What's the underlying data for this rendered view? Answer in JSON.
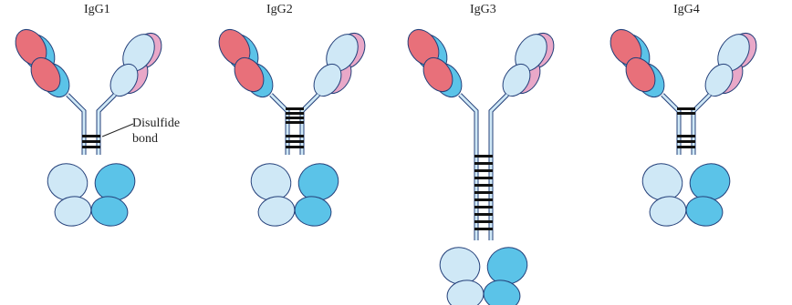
{
  "labels": {
    "igg1": "IgG1",
    "igg2": "IgG2",
    "igg3": "IgG3",
    "igg4": "IgG4"
  },
  "annotation": {
    "line1": "Disulfide",
    "line2": "bond"
  },
  "antibodies": [
    {
      "name": "igg1",
      "upper_bonds": 0,
      "lower_bonds": 3,
      "hinge": "short"
    },
    {
      "name": "igg2",
      "upper_bonds": 4,
      "lower_bonds": 3,
      "hinge": "short"
    },
    {
      "name": "igg3",
      "upper_bonds": 0,
      "lower_bonds": 11,
      "hinge": "long"
    },
    {
      "name": "igg4",
      "upper_bonds": 2,
      "lower_bonds": 3,
      "hinge": "short"
    }
  ],
  "colors": {
    "heavy_chain": "#5bc3e8",
    "light_chain_pale": "#cfe8f6",
    "variable_red": "#e8707a",
    "variable_pink": "#e9a8c8",
    "outline": "#24407a",
    "bond": "#111111"
  }
}
